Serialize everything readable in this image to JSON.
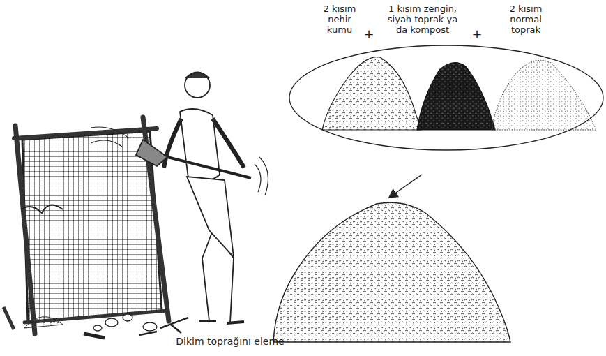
{
  "diagram": {
    "caption": "Dikim toprağını eleme",
    "labels": [
      "2 kısım nehir kumu",
      "+",
      "1 kısım zengin, siyah toprak ya da kompost",
      "+",
      "2 kısım normal toprak"
    ]
  }
}
